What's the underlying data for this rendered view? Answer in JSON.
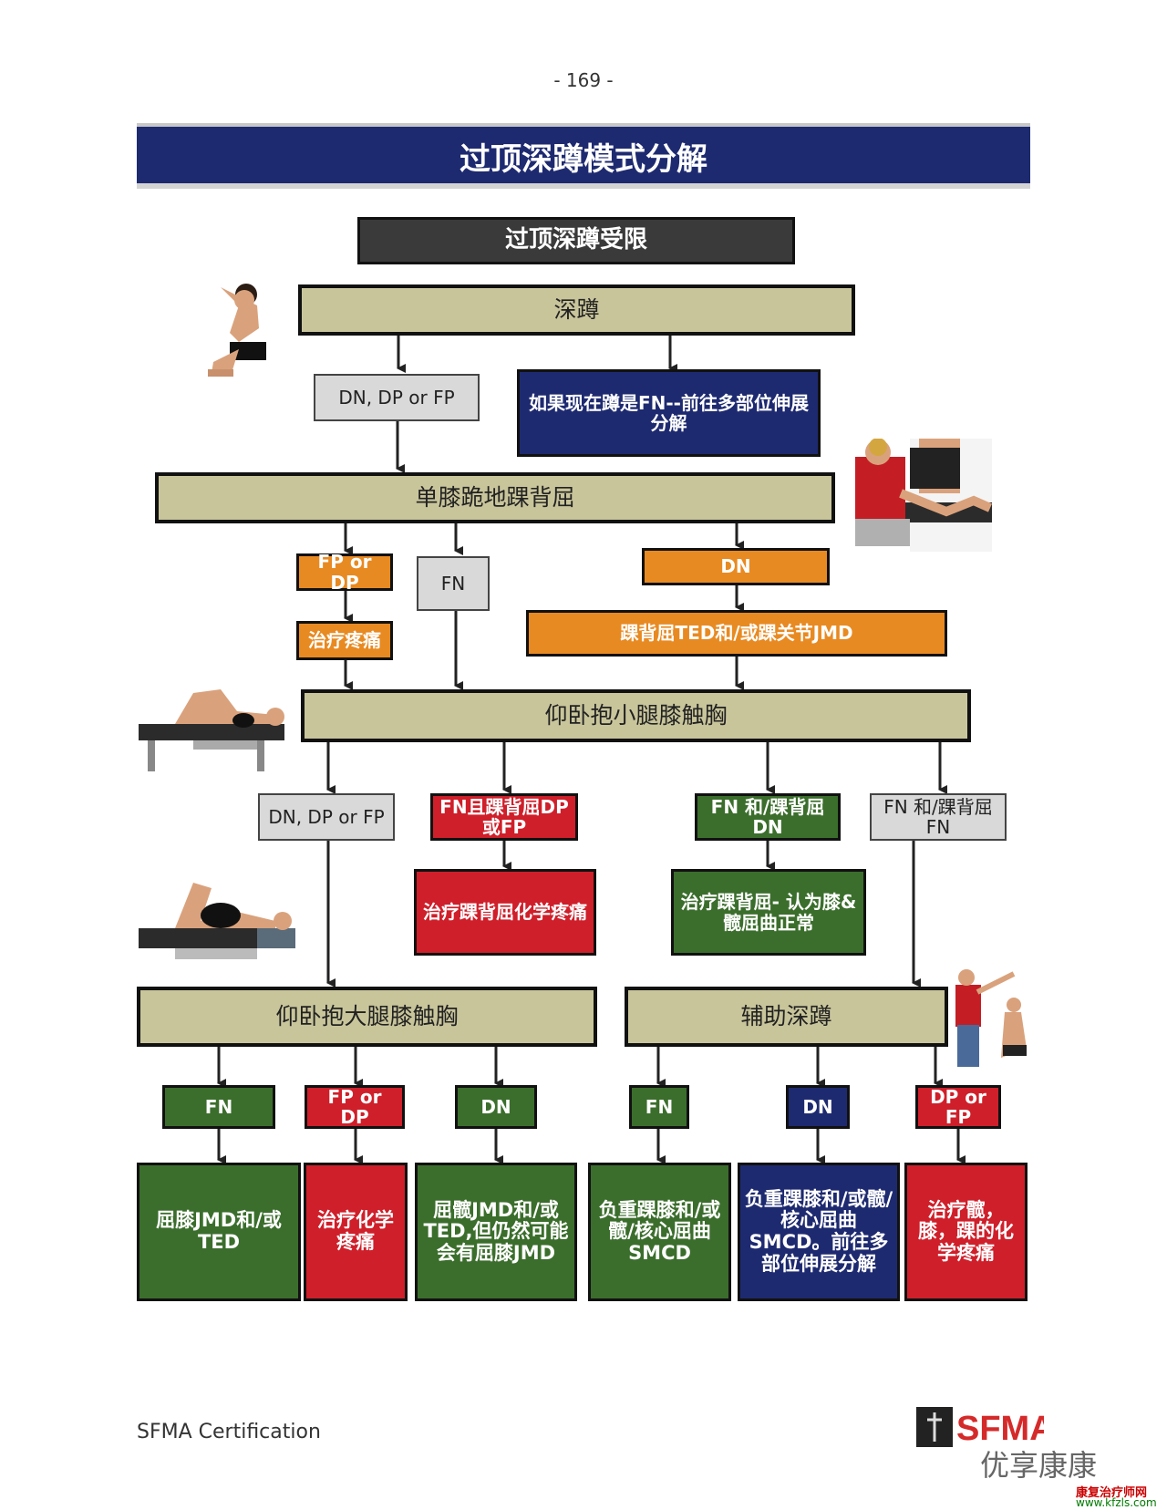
{
  "page_number": "- 169 -",
  "title": "过顶深蹲模式分解",
  "nodes": {
    "top": "过顶深蹲受限",
    "deep_squat": "深蹲",
    "ds_fault": "DN, DP or FP",
    "ds_fn": "如果现在蹲是FN--前往多部位伸展分解",
    "half_kneel": "单膝跪地踝背屈",
    "hk_fp_dp": "FP or DP",
    "hk_treat_pain": "治疗疼痛",
    "hk_fn": "FN",
    "hk_dn": "DN",
    "hk_ted_jmd": "踝背屈TED和/或踝关节JMD",
    "supine_shin": "仰卧抱小腿膝触胸",
    "ss_fault": "DN, DP or FP",
    "ss_fn_dp": "FN且踝背屈DP或FP",
    "ss_treat_chem": "治疗踝背屈化学疼痛",
    "ss_fn_dn": "FN 和/踝背屈 DN",
    "ss_treat_df": "治疗踝背屈- 认为膝&髋屈曲正常",
    "ss_fn_fn": "FN 和/踝背屈 FN",
    "supine_thigh": "仰卧抱大腿膝触胸",
    "st_fn": "FN",
    "st_fp_dp": "FP or DP",
    "st_dn": "DN",
    "st_r1": "屈膝JMD和/或TED",
    "st_r2": "治疗化学疼痛",
    "st_r3": "屈髋JMD和/或TED,但仍然可能会有屈膝JMD",
    "assisted": "辅助深蹲",
    "as_fn": "FN",
    "as_dn": "DN",
    "as_dp_fp": "DP or FP",
    "as_r1": "负重踝膝和/或髋/核心屈曲SMCD",
    "as_r2": "负重踝膝和/或髋/核心屈曲SMCD。前往多部位伸展分解",
    "as_r3": "治疗髋，膝，踝的化学疼痛"
  },
  "footer": "SFMA Certification",
  "logo_text": "SFMA",
  "watermark": {
    "line1": "优享康康",
    "line2": "康复治疗师网",
    "line3": "www.kfzls.com"
  },
  "colors": {
    "navy": "#1e2a70",
    "khaki": "#c8c59b",
    "orange": "#e88a22",
    "green": "#3b6e2c",
    "red": "#cf1f2a",
    "grey": "#d9d9d9"
  }
}
